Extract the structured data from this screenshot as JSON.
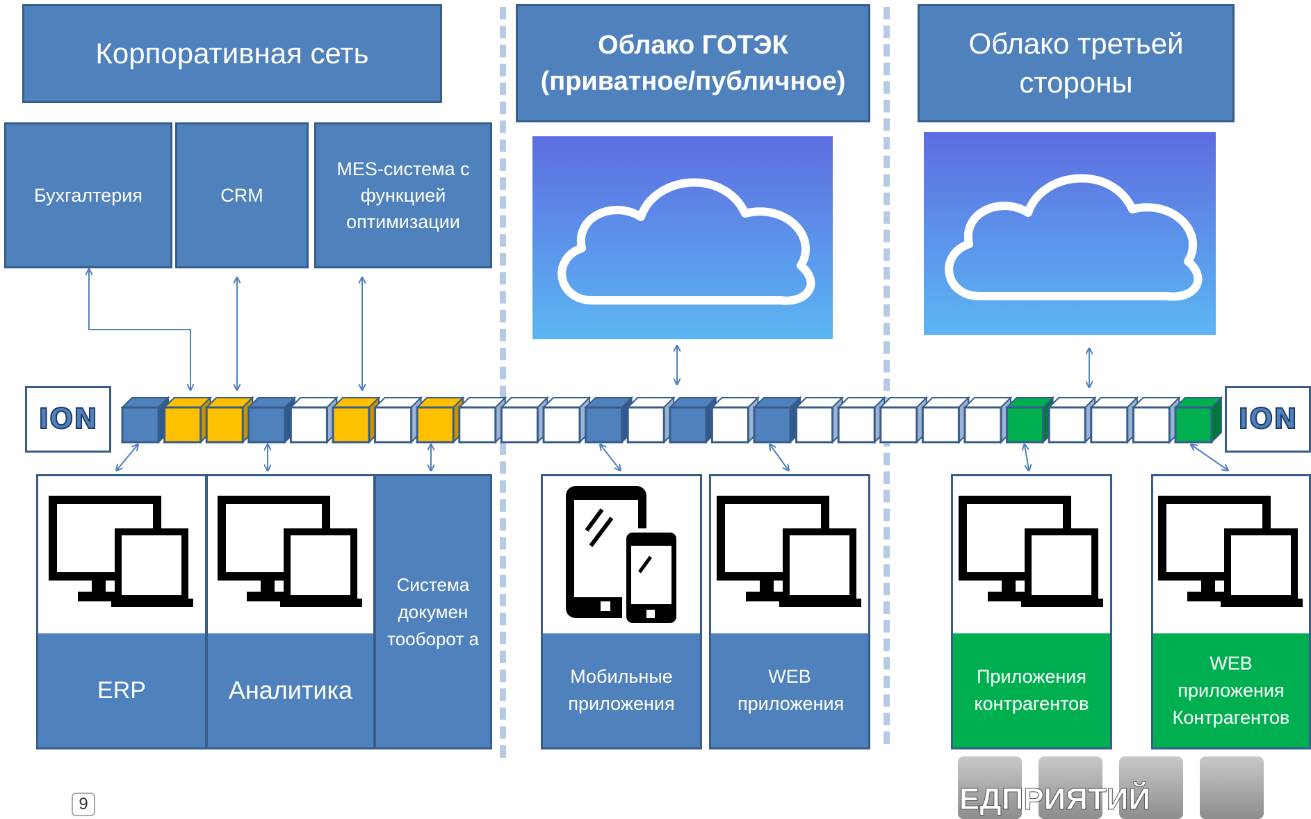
{
  "zones": {
    "corporate": "Корпоративная сеть",
    "gotek": "Облако ГОТЭК (приватное/публичное)",
    "third_party": "Облако третьей стороны"
  },
  "corporate_systems": {
    "accounting": "Бухгалтерия",
    "crm": "CRM",
    "mes": "MES-система  с функцией оптимизации"
  },
  "bus": {
    "left_label": "ION",
    "right_label": "ION",
    "cell_colors": [
      "blue",
      "yellow",
      "yellow",
      "blue",
      "white",
      "yellow",
      "white",
      "yellow",
      "white",
      "white",
      "white",
      "blue",
      "white",
      "blue",
      "white",
      "blue",
      "white",
      "white",
      "white",
      "white",
      "white",
      "green",
      "white",
      "white",
      "white",
      "green"
    ],
    "palette": {
      "blue": "#4f81bd",
      "yellow": "#ffc000",
      "green": "#00b050",
      "white": "#ffffff"
    }
  },
  "applications": {
    "erp": "ERP",
    "analytics": "Аналитика",
    "docflow": "Система докумен тооборот а",
    "mobile": "Мобильные приложения",
    "web": "WEB приложения",
    "partner_apps": "Приложения контрагентов",
    "partner_web": "WEB приложения Контрагентов"
  },
  "icons": {
    "cloud": "cloud-icon",
    "desktop": "desktop-monitors-icon",
    "mobile": "tablet-phone-icon"
  },
  "footer": {
    "page_number": "9",
    "watermark": "ЕДПРИЯТИЙ"
  }
}
